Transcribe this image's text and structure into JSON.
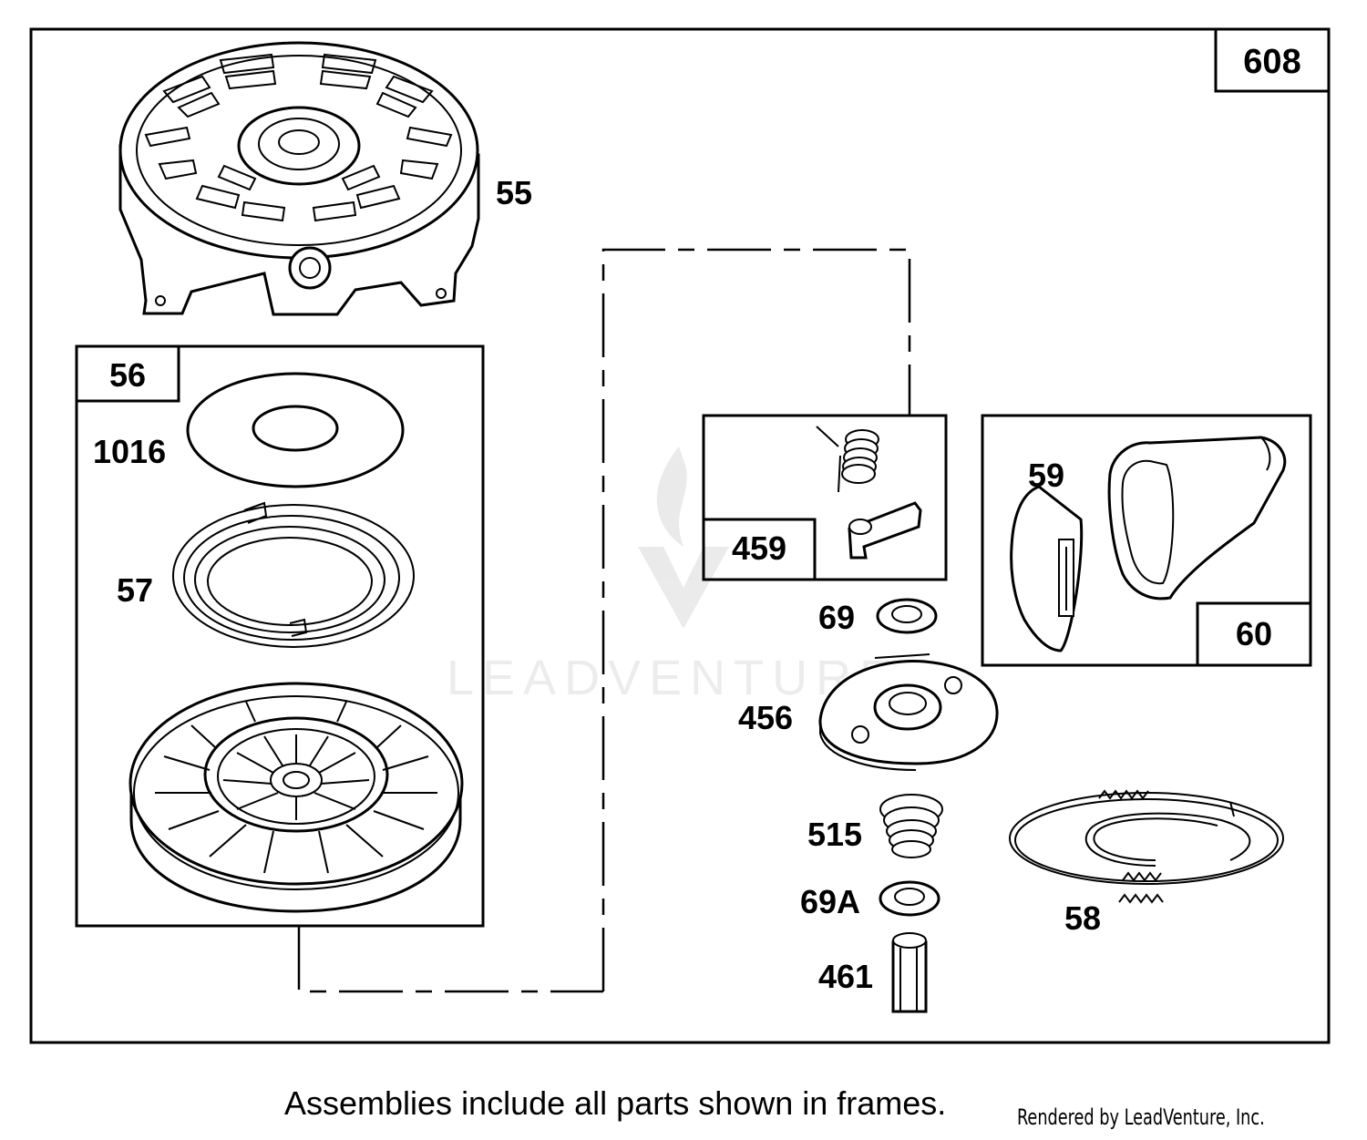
{
  "diagram": {
    "frame_number": "608",
    "watermark": "LEADVENTURE",
    "callouts": {
      "part_55": "55",
      "assembly_56": "56",
      "part_1016": "1016",
      "part_57": "57",
      "assembly_459": "459",
      "part_59": "59",
      "assembly_60": "60",
      "part_69": "69",
      "part_456": "456",
      "part_515": "515",
      "part_69a": "69A",
      "part_461": "461",
      "part_58": "58"
    }
  },
  "footer": {
    "note": "Assemblies include all parts shown in frames.",
    "credit": "Rendered by LeadVenture, Inc."
  }
}
